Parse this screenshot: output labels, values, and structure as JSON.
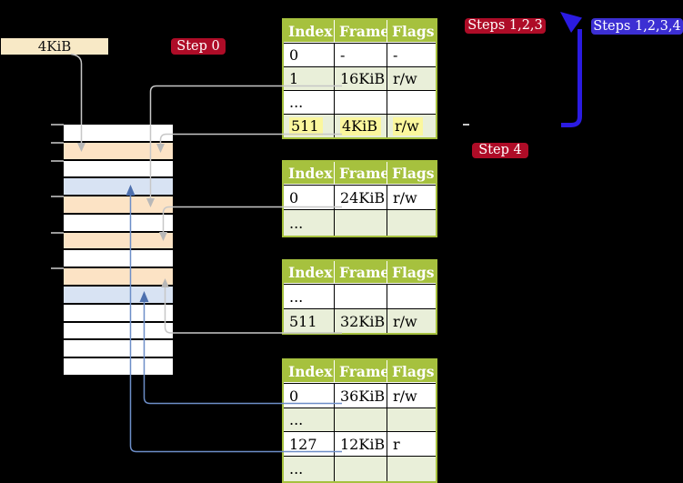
{
  "labels": {
    "frame_size": "4KiB",
    "step0": "Step 0",
    "steps123": "Steps 1,2,3",
    "steps1234": "Steps 1,2,3,4",
    "step4": "Step 4"
  },
  "page_tables": [
    {
      "id": "table-top",
      "headers": [
        "Index",
        "Frame",
        "Flags"
      ],
      "rows": [
        {
          "cells": [
            "0",
            "-",
            "-"
          ]
        },
        {
          "cells": [
            "1",
            "16KiB",
            "r/w"
          ]
        },
        {
          "cells": [
            "...",
            "",
            ""
          ]
        },
        {
          "cells": [
            "511",
            "4KiB",
            "r/w"
          ],
          "highlighted": true
        }
      ]
    },
    {
      "id": "table-second",
      "headers": [
        "Index",
        "Frame",
        "Flags"
      ],
      "rows": [
        {
          "cells": [
            "0",
            "24KiB",
            "r/w"
          ]
        },
        {
          "cells": [
            "...",
            "",
            ""
          ]
        }
      ]
    },
    {
      "id": "table-third",
      "headers": [
        "Index",
        "Frame",
        "Flags"
      ],
      "rows": [
        {
          "cells": [
            "...",
            "",
            ""
          ]
        },
        {
          "cells": [
            "511",
            "32KiB",
            "r/w"
          ]
        }
      ]
    },
    {
      "id": "table-bottom",
      "headers": [
        "Index",
        "Frame",
        "Flags"
      ],
      "rows": [
        {
          "cells": [
            "0",
            "36KiB",
            "r/w"
          ]
        },
        {
          "cells": [
            "...",
            "",
            ""
          ]
        },
        {
          "cells": [
            "127",
            "12KiB",
            "r"
          ]
        },
        {
          "cells": [
            "...",
            "",
            ""
          ]
        }
      ]
    }
  ],
  "memory_strip": {
    "pattern": [
      "white",
      "orange",
      "white",
      "blue",
      "orange",
      "white",
      "orange",
      "white",
      "orange",
      "blue",
      "white",
      "white",
      "white",
      "white"
    ],
    "tick_count": 6
  },
  "colors": {
    "background": "#000000",
    "table_header_green": "#a6c13e",
    "table_row_green": "#e9efd9",
    "highlight_yellow": "#fbf79d",
    "strip_orange": "#fce3c5",
    "strip_blue": "#d8e3f3",
    "frame_label_cream": "#f8e9c6",
    "badge_red": "#ae0c27",
    "badge_blue": "#3c2fd3",
    "big_arrow_blue": "#2b1be2",
    "connector_gray": "#c7c7c7",
    "connector_blue": "#6d8ec8"
  }
}
